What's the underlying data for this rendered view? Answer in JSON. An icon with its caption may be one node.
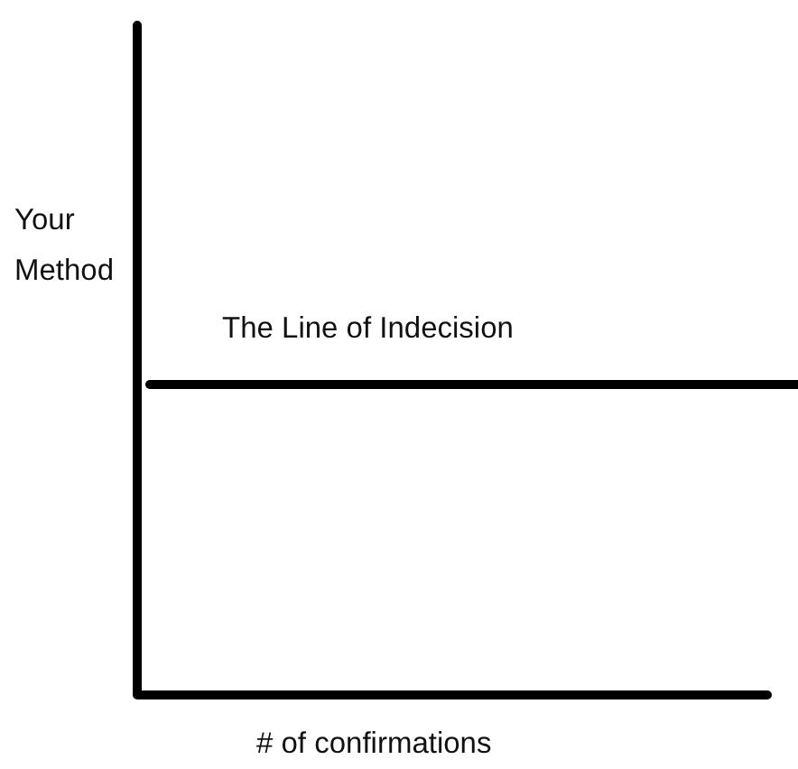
{
  "diagram": {
    "labels": [
      "Your Method",
      "The Line of Indecision",
      "# of confirmations"
    ]
  }
}
